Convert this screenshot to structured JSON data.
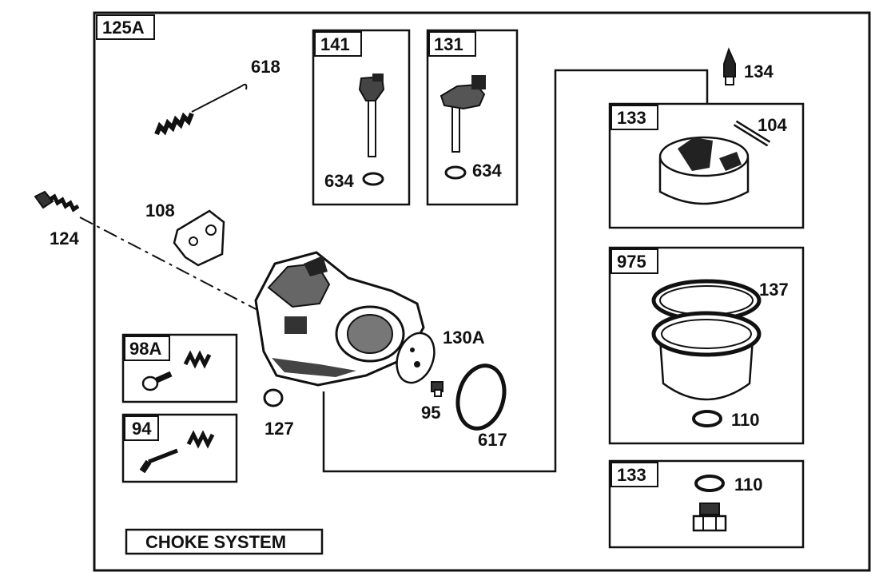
{
  "diagram": {
    "outer_tag": "125A",
    "title": "CHOKE SYSTEM",
    "boxes": {
      "b141": {
        "tag": "141",
        "parts": [
          "634"
        ]
      },
      "b131": {
        "tag": "131",
        "parts": [
          "634"
        ]
      },
      "b133_top": {
        "tag": "133",
        "parts": [
          "104"
        ]
      },
      "b975": {
        "tag": "975",
        "parts": [
          "137",
          "110"
        ]
      },
      "b133_bottom": {
        "tag": "133",
        "parts": [
          "110"
        ]
      },
      "b98A": {
        "tag": "98A"
      },
      "b94": {
        "tag": "94"
      }
    },
    "loose_parts": [
      "618",
      "124",
      "108",
      "134",
      "130A",
      "127",
      "95",
      "617"
    ]
  }
}
